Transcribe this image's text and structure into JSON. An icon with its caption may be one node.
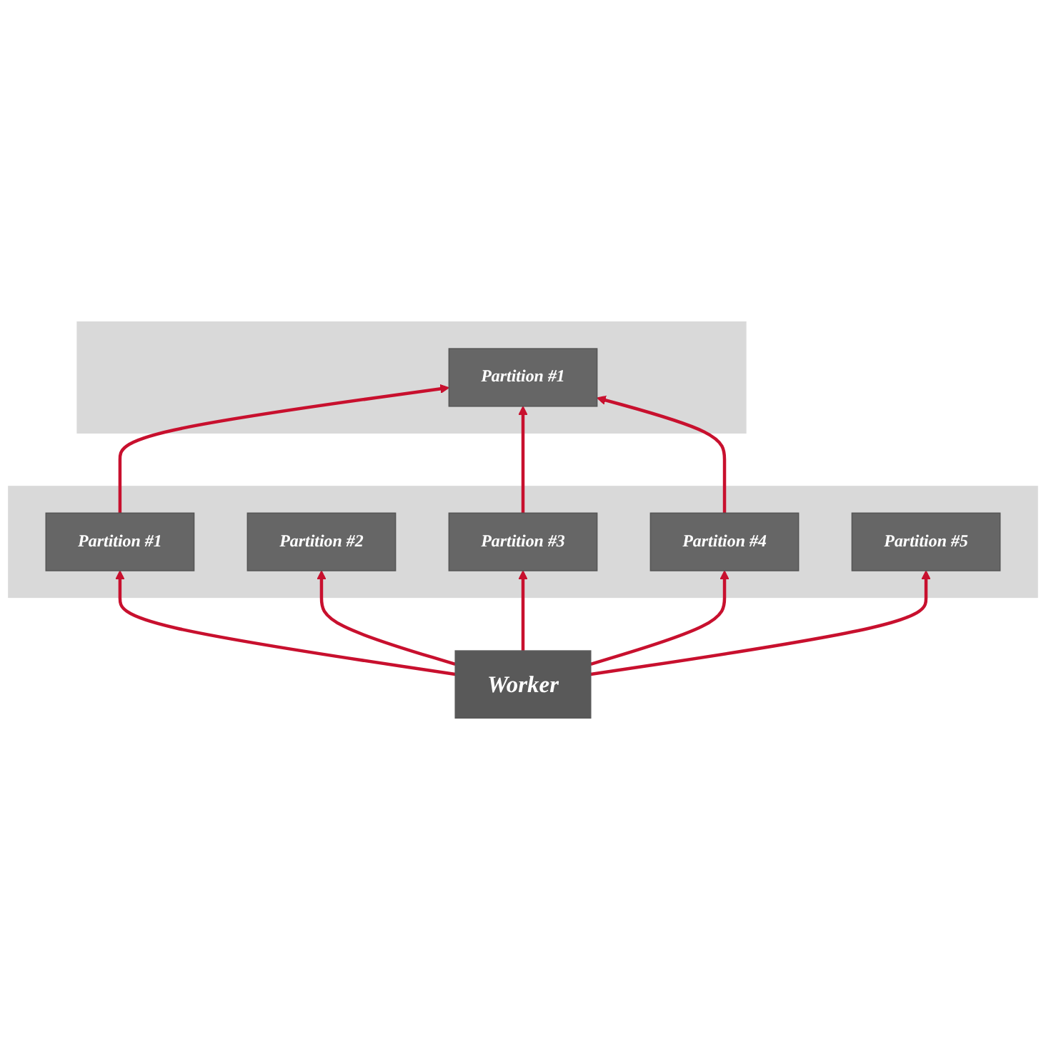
{
  "diagram": {
    "nodes": [
      {
        "text": [],
        "shape": "box"
      },
      {
        "text": [
          "Partition #1"
        ],
        "in": 0
      },
      {
        "text": [],
        "shape": "box"
      },
      {
        "text": [
          "Partition #1"
        ],
        "in": 2
      },
      {
        "text": [
          "Partition #2"
        ],
        "in": 2
      },
      {
        "text": [
          "Partition #3"
        ],
        "in": 2
      },
      {
        "text": [
          "Partition #4"
        ],
        "in": 2
      },
      {
        "text": [
          "Partition #5"
        ],
        "in": 2
      },
      {
        "text": [
          "Worker"
        ]
      }
    ],
    "edges": [
      {
        "from": 3,
        "to": 1,
        "arrow": "to"
      },
      {
        "from": 5,
        "to": 1,
        "arrow": "to"
      },
      {
        "from": 6,
        "to": 1,
        "arrow": "to"
      },
      {
        "from": 8,
        "to": 3,
        "arrow": "to"
      },
      {
        "from": 8,
        "to": 4,
        "arrow": "to"
      },
      {
        "from": 8,
        "to": 5,
        "arrow": "to"
      },
      {
        "from": 8,
        "to": 6,
        "arrow": "to"
      },
      {
        "from": 8,
        "to": 7,
        "arrow": "to"
      }
    ]
  }
}
